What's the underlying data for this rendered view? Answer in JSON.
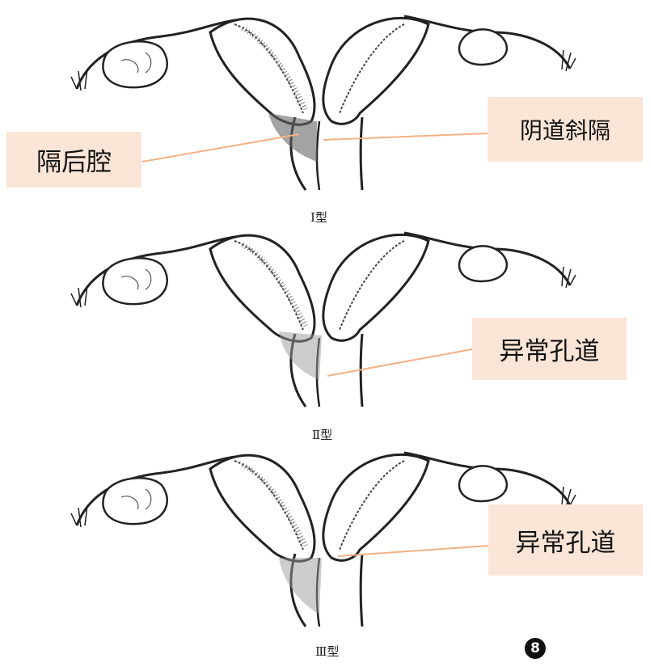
{
  "figure": {
    "panels": [
      {
        "type_label": "Ⅰ型",
        "labels": [
          "隔后腔",
          "阴道斜隔"
        ]
      },
      {
        "type_label": "Ⅱ型",
        "labels": [
          "异常孔道"
        ]
      },
      {
        "type_label": "Ⅲ型",
        "labels": [
          "异常孔道"
        ]
      }
    ],
    "figure_number": "8"
  },
  "colors": {
    "label_bg": "#fbe5d6",
    "leader_line": "#f4b183"
  }
}
